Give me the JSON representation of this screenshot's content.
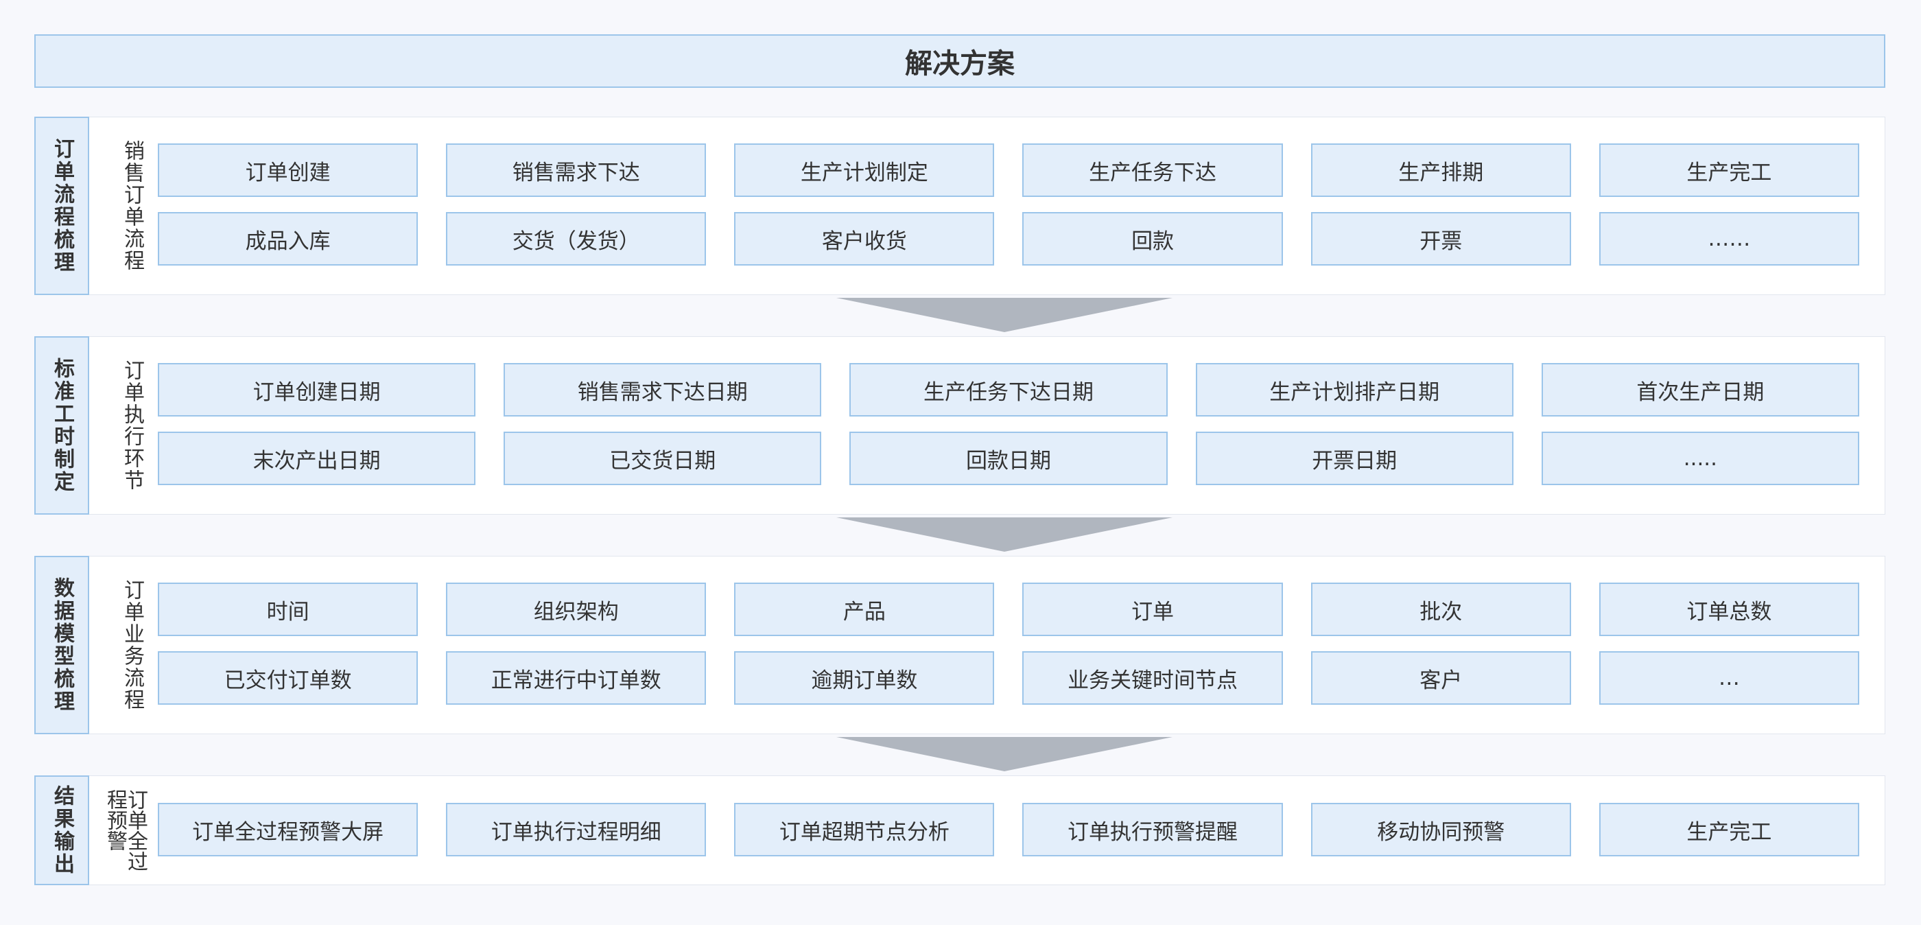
{
  "title": "解决方案",
  "sections": [
    {
      "label": "订单流程梳理",
      "sublabel": "销售订单流程",
      "items": [
        "订单创建",
        "销售需求下达",
        "生产计划制定",
        "生产任务下达",
        "生产排期",
        "生产完工",
        "成品入库",
        "交货（发货）",
        "客户收货",
        "回款",
        "开票",
        "……"
      ]
    },
    {
      "label": "标准工时制定",
      "sublabel": "订单执行环节",
      "items": [
        "订单创建日期",
        "销售需求下达日期",
        "生产任务下达日期",
        "生产计划排产日期",
        "首次生产日期",
        "末次产出日期",
        "已交货日期",
        "回款日期",
        "开票日期",
        "....."
      ]
    },
    {
      "label": "数据模型梳理",
      "sublabel": "订单业务流程",
      "items": [
        "时间",
        "组织架构",
        "产品",
        "订单",
        "批次",
        "订单总数",
        "已交付订单数",
        "正常进行中订单数",
        "逾期订单数",
        "业务关键时间节点",
        "客户",
        "…"
      ]
    },
    {
      "label": "结果输出",
      "sublabel": "订单全过程预警",
      "items": [
        "订单全过程预警大屏",
        "订单执行过程明细",
        "订单超期节点分析",
        "订单执行预警提醒",
        "移动协同预警",
        "生产完工"
      ]
    }
  ],
  "colors": {
    "box_fill": "#e3eefa",
    "box_border": "#9cc5ea",
    "arrow": "#b0b6bf"
  }
}
